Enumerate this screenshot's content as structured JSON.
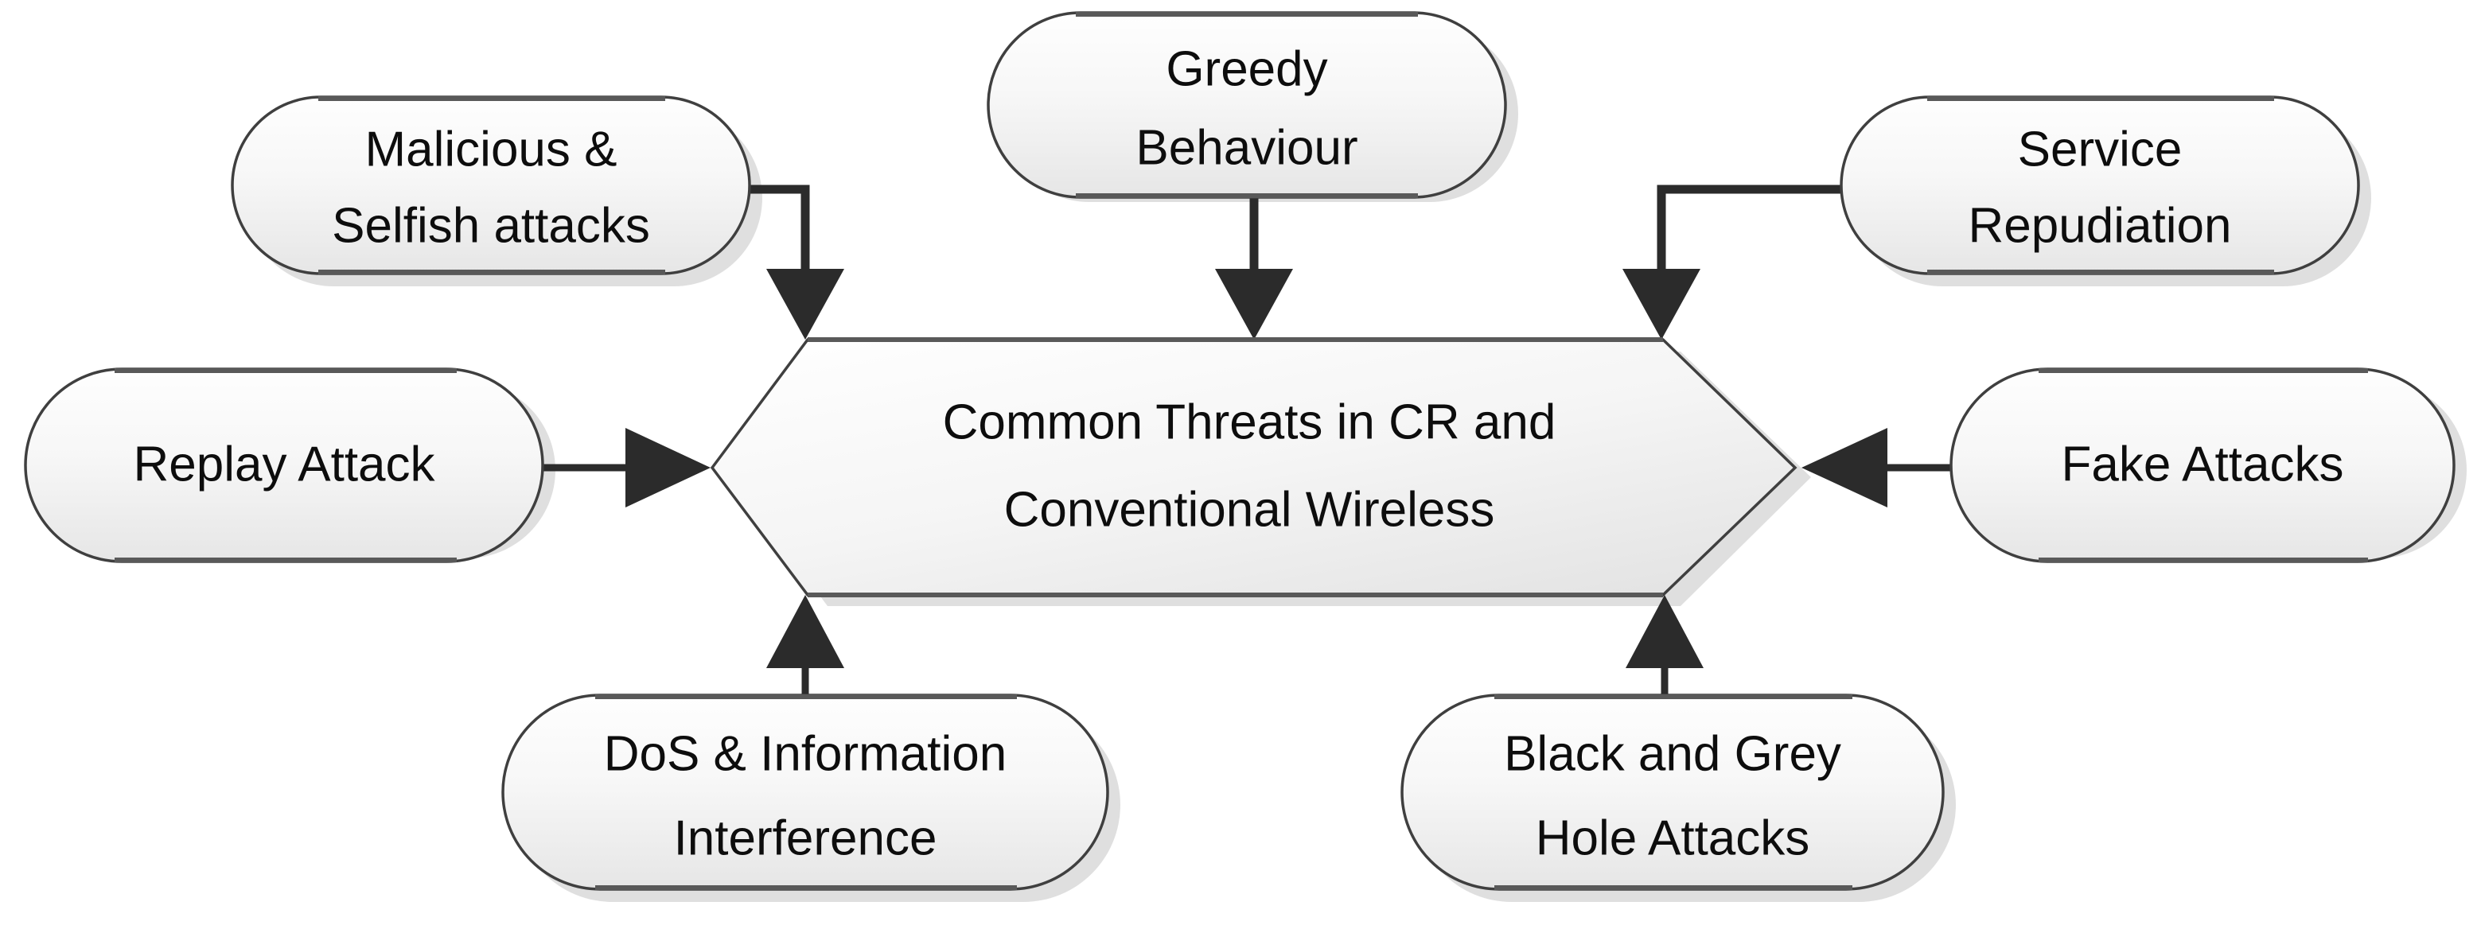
{
  "diagram": {
    "title_text": "Common Threats in CR and Conventional Wireless",
    "type": "hub-and-spoke concept map",
    "colors": {
      "node_fill_top": "#fdfdfd",
      "node_fill_bottom": "#e9e9e9",
      "node_border": "#3f3f3f",
      "node_accent_bar": "#595959",
      "connector": "#2b2b2b",
      "text": "#0d0d0d",
      "background": "#ffffff",
      "shadow": "#d9d9d9"
    },
    "hub": {
      "name": "common-threats-hub",
      "shape": "hexagon",
      "lines": [
        "Common Threats in CR and",
        "Conventional Wireless"
      ]
    },
    "nodes": [
      {
        "id": "malicious-selfish-attacks",
        "lines": [
          "Malicious &",
          "Selfish attacks"
        ],
        "position": "top-left",
        "connector": "elbow-down"
      },
      {
        "id": "greedy-behaviour",
        "lines": [
          "Greedy",
          "Behaviour"
        ],
        "position": "top-center",
        "connector": "straight-down"
      },
      {
        "id": "service-repudiation",
        "lines": [
          "Service",
          "Repudiation"
        ],
        "position": "top-right",
        "connector": "elbow-down"
      },
      {
        "id": "replay-attack",
        "lines": [
          "Replay Attack"
        ],
        "position": "left",
        "connector": "straight-right"
      },
      {
        "id": "fake-attacks",
        "lines": [
          "Fake Attacks"
        ],
        "position": "right",
        "connector": "straight-left"
      },
      {
        "id": "dos-information-interference",
        "lines": [
          "DoS & Information",
          "Interference"
        ],
        "position": "bottom-left",
        "connector": "straight-up"
      },
      {
        "id": "black-grey-hole-attacks",
        "lines": [
          "Black and Grey",
          "Hole Attacks"
        ],
        "position": "bottom-right",
        "connector": "straight-up"
      }
    ]
  }
}
